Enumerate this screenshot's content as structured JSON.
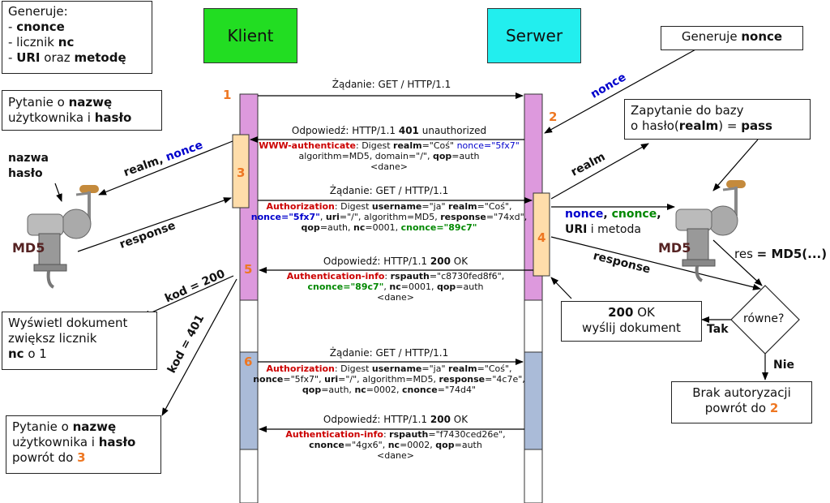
{
  "client_label": "Klient",
  "server_label": "Serwer",
  "client_gen_box": {
    "title": "Generuje:",
    "line1_prefix": "- ",
    "line1_bold": "cnonce",
    "line2_prefix": "- licznik ",
    "line2_bold": "nc",
    "line3_prefix": "- ",
    "line3_bold1": "URI",
    "line3_mid": " oraz ",
    "line3_bold2": "metodę"
  },
  "ask_user_box": {
    "pre": "Pytanie o ",
    "bold1": "nazwę",
    "line2_pre": "użytkownika i ",
    "bold2": "hasło"
  },
  "server_gen_box": {
    "pre": "Generuje ",
    "bold": "nonce"
  },
  "db_box": {
    "line1": "Zapytanie do bazy",
    "line2_pre": "o hasło(",
    "line2_bold": "realm",
    "line2_mid": ") = ",
    "line2_bold2": "pass"
  },
  "display_box": {
    "line1": "Wyświetl dokument",
    "line2": "zwiększ licznik",
    "line3_bold": "nc",
    "line3_rest": " o 1"
  },
  "ask_again_box": {
    "pre": "Pytanie o ",
    "bold1": "nazwę",
    "line2_pre": "użytkownika i ",
    "bold2": "hasło",
    "line3_pre": "powrót do ",
    "line3_num": "3"
  },
  "send_doc_box": {
    "line1_bold": "200",
    "line1_rest": " OK",
    "line2": "wyślij dokument"
  },
  "no_auth_box": {
    "line1": "Brak autoryzacji",
    "line2_pre": "powrót do ",
    "line2_num": "2"
  },
  "decision": {
    "label": "równe?",
    "yes": "Tak",
    "no": "Nie"
  },
  "res_label": {
    "pre": "res ",
    "bold": "= MD5(...)"
  },
  "md5_left": "MD5",
  "md5_right": "MD5",
  "nazwa_haslo": {
    "line1": "nazwa",
    "line2": "hasło"
  },
  "steps": {
    "s1": "1",
    "s2": "2",
    "s3": "3",
    "s4": "4",
    "s5": "5",
    "s6": "6"
  },
  "arrow_labels": {
    "nonce_arrow": "nonce",
    "realm_nonce": {
      "realm": "realm",
      "sep": ", ",
      "nonce": "nonce"
    },
    "response_left": "response",
    "realm_right": "realm",
    "nonce_cnonce": {
      "nonce": "nonce",
      "sep1": ", ",
      "cnonce": "cnonce",
      "sep2": ",",
      "uri": "URI",
      "rest": " i metoda"
    },
    "response_right": "response",
    "kod200": "kod = 200",
    "kod401": "kod = 401"
  },
  "messages": {
    "m1": {
      "title_pre": "Żądanie: ",
      "title_rest": "GET / HTTP/1.1"
    },
    "m2": {
      "title_pre": "Odpowiedź: ",
      "title_mid": "HTTP/1.1 ",
      "title_bold": "401",
      "title_rest": " unauthorized",
      "l1_red": "WWW-authenticate",
      "l1_a": ": Digest ",
      "l1_b": "realm",
      "l1_c": "=\"Coś\" ",
      "l1_blue": "nonce=\"5fx7\"",
      "l2": "algorithm=MD5, domain=\"/\", ",
      "l2_b": "qop",
      "l2_c": "=auth",
      "l3": "<dane>"
    },
    "m3": {
      "title_pre": "Żądanie: ",
      "title_rest": "GET / HTTP/1.1",
      "l1_red": "Authorization",
      "l1_a": ": Digest ",
      "l1_b": "username",
      "l1_c": "=\"ja\" ",
      "l1_d": "realm",
      "l1_e": "=\"Coś\",",
      "l2_blue": "nonce=\"5fx7\"",
      "l2_a": ", ",
      "l2_b": "uri",
      "l2_c": "=\"/\", algorithm=MD5, ",
      "l2_d": "response",
      "l2_e": "=\"74xd\",",
      "l3_a": "qop",
      "l3_b": "=auth, ",
      "l3_c": "nc",
      "l3_d": "=0001, ",
      "l3_green": "cnonce=\"89c7\""
    },
    "m4": {
      "title_pre": "Odpowiedź: ",
      "title_mid": "HTTP/1.1 ",
      "title_bold": "200",
      "title_rest": " OK",
      "l1_red": "Authentication-info",
      "l1_a": ": ",
      "l1_b": "rspauth",
      "l1_c": "=\"c8730fed8f6\",",
      "l2_green": "cnonce=\"89c7\"",
      "l2_a": ", ",
      "l2_b": "nc",
      "l2_c": "=0001, ",
      "l2_d": "qop",
      "l2_e": "=auth",
      "l3": "<dane>"
    },
    "m5": {
      "title_pre": "Żądanie: ",
      "title_rest": "GET / HTTP/1.1",
      "l1_red": "Authorization",
      "l1_a": ": Digest ",
      "l1_b": "username",
      "l1_c": "=\"ja\" ",
      "l1_d": "realm",
      "l1_e": "=\"Coś\",",
      "l2_a": "nonce",
      "l2_b": "=\"5fx7\", ",
      "l2_c": "uri",
      "l2_d": "=\"/\", algorithm=MD5, ",
      "l2_e": "response",
      "l2_f": "=\"4c7e\",",
      "l3_a": "qop",
      "l3_b": "=auth, ",
      "l3_c": "nc",
      "l3_d": "=0002, ",
      "l3_e": "cnonce",
      "l3_f": "=\"74d4\""
    },
    "m6": {
      "title_pre": "Odpowiedź: ",
      "title_mid": "HTTP/1.1 ",
      "title_bold": "200",
      "title_rest": " OK",
      "l1_red": "Authentication-info",
      "l1_a": ": ",
      "l1_b": "rspauth",
      "l1_c": "=\"f7430ced26e\",",
      "l2_a": "cnonce",
      "l2_b": "=\"4gx6\", ",
      "l2_c": "nc",
      "l2_d": "=0002, ",
      "l2_e": "qop",
      "l2_f": "=auth",
      "l3": "<dane>"
    }
  },
  "colors": {
    "client_head": "#22dd22",
    "server_head": "#22eeee",
    "lifeline_pink": "#dd99dd",
    "lifeline_blue": "#aabbd8",
    "activation": "#ffddaa",
    "step_orange": "#ee7722",
    "nonce_blue": "#0000cc",
    "cnonce_green": "#008800",
    "header_red": "#cc0000"
  }
}
